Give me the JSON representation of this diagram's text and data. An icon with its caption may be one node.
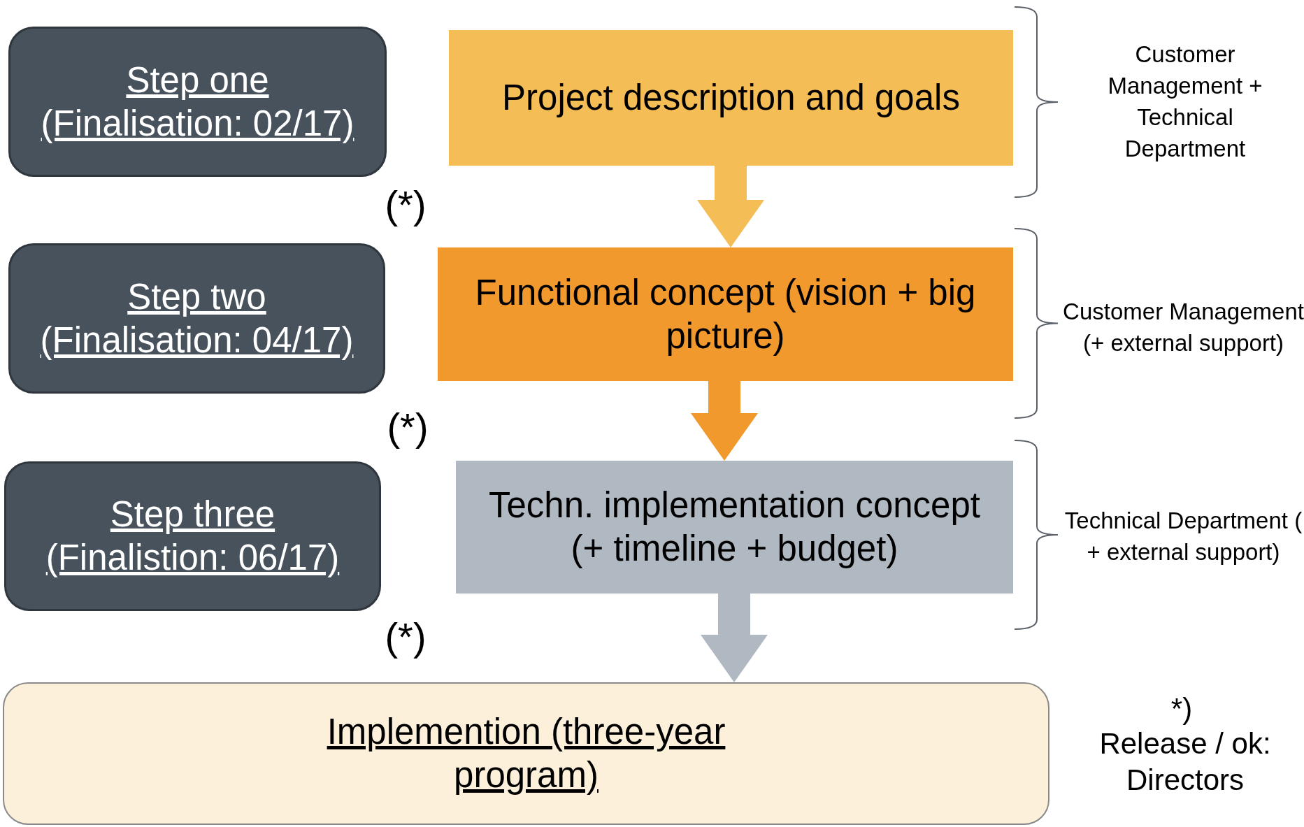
{
  "diagram": {
    "nodes": [
      {
        "text": [
          "Step one (Finalisation: 02/17)"
        ]
      },
      {
        "text": [
          "Step two (Finalisation: 04/17)"
        ]
      },
      {
        "text": [
          "Step three (Finalistion: 06/17)"
        ]
      },
      {
        "text": [
          "Project description and goals"
        ]
      },
      {
        "text": [
          "Functional concept (vision + big picture)"
        ]
      },
      {
        "text": [
          "Techn. implementation concept (+ timeline + budget)"
        ]
      },
      {
        "text": [
          "Implemention (three-year program)"
        ]
      }
    ],
    "edges": [
      {
        "from": 3,
        "to": 4,
        "arrow": "to",
        "style": "thick",
        "color": "#f4bd55"
      },
      {
        "from": 4,
        "to": 5,
        "arrow": "to",
        "style": "thick",
        "color": "#f2992e"
      },
      {
        "from": 5,
        "to": 6,
        "arrow": "to",
        "style": "thick",
        "color": "#b0b8c2"
      }
    ],
    "labels": [
      "(*)",
      "(*)",
      "(*)",
      "Customer Management + Technical Department",
      "Customer Management (+ external support)",
      "Technical Department ( + external support)",
      "*)",
      "Release / ok: Directors"
    ]
  }
}
